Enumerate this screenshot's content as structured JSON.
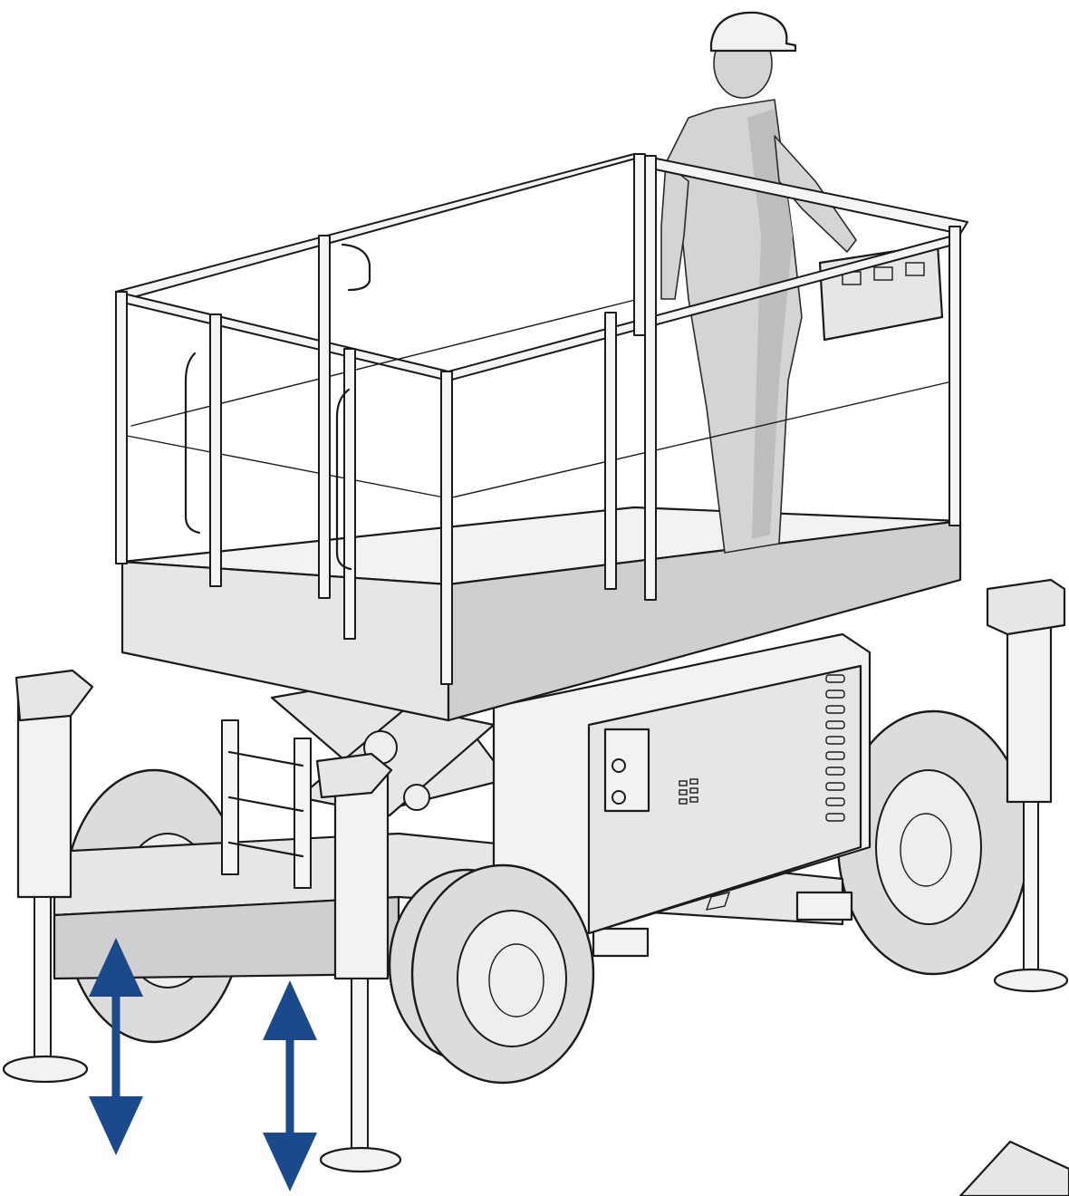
{
  "colors": {
    "arrow": "#1a4a8c",
    "line": "#1a1a1a",
    "fill_body": "#e6e6e6",
    "fill_tire": "#dcdcdc",
    "background": "#ffffff"
  },
  "components": {
    "operator": "operator-figure",
    "platform": "work-platform-guardrails",
    "control_box": "platform-control-box",
    "chassis": "scissor-lift-chassis",
    "arms": "scissor-arms",
    "power_unit": "engine-power-unit",
    "ladder": "access-ladder",
    "outriggers": [
      "outrigger-front-left",
      "outrigger-front-right",
      "outrigger-rear-left",
      "outrigger-rear-right"
    ],
    "wheels": [
      "wheel-front-left",
      "wheel-front-right",
      "wheel-rear-left",
      "wheel-rear-right"
    ],
    "indicator_arrows": [
      "up-down-arrow-left",
      "up-down-arrow-right"
    ]
  }
}
